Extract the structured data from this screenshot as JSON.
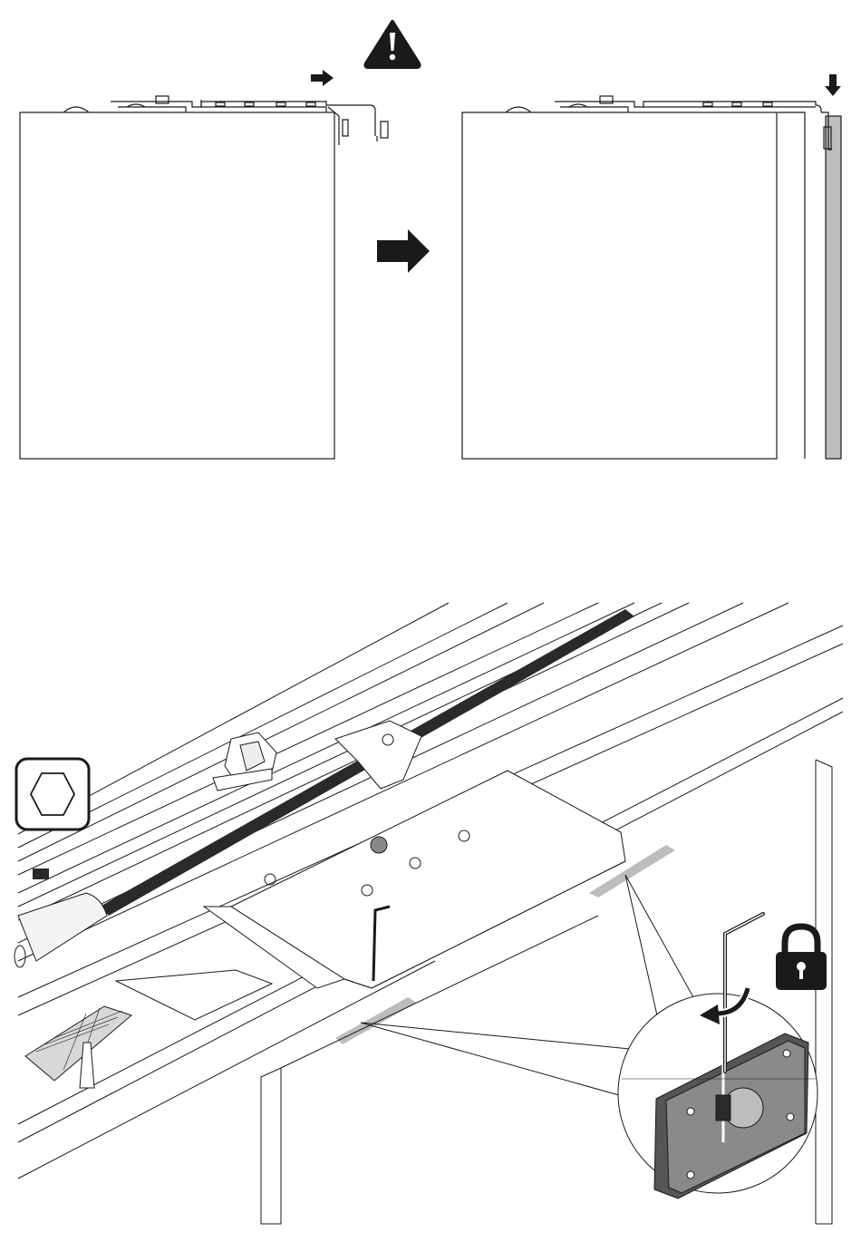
{
  "page": {
    "background": "#ffffff",
    "line_color": "#1a1a1a",
    "gray_fill": "#bdbdbd",
    "dark_fill": "#2a2a2a"
  },
  "top_diagram": {
    "warning_symbol": "warning-triangle-icon",
    "step_before": "door-panel-before",
    "step_after": "door-panel-after",
    "transition_arrow": "right-arrow-icon",
    "direction_arrow_before": "small-right-arrow-icon",
    "direction_arrow_after": "small-down-arrow-icon"
  },
  "bottom_diagram": {
    "tool_symbol": "hex-key-icon",
    "lock_symbol": "padlock-icon",
    "detail_view": "magnified-lock-detail",
    "rotation_indicator": "curved-rotate-arrow-icon"
  }
}
